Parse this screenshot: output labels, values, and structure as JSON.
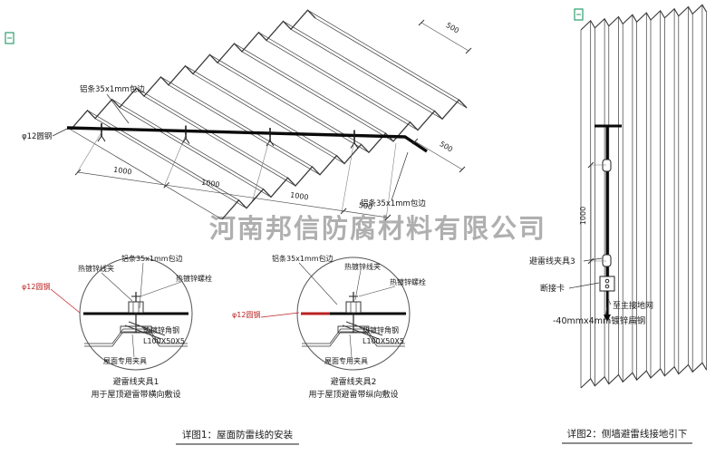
{
  "watermark": "河南邦信防腐材料有限公司",
  "colors": {
    "line": "#3a3a3a",
    "wire_black": "#0a0a0a",
    "accent_red": "#bb2222",
    "watermark_gray": "#999999",
    "stamp_green": "#2f9e6e"
  },
  "roof": {
    "label_strip_top": "铝条35x1mm包边",
    "label_strip_right": "铝条35x1mm包边",
    "label_round_steel": "φ12圆钢",
    "dim_1000_1": "1000",
    "dim_1000_2": "1000",
    "dim_1000_3": "1000",
    "dim_500_bottom": "500",
    "dim_500_top": "500",
    "dim_500_right": "500"
  },
  "clamp1": {
    "title": "避雷线夹具1",
    "subtitle": "用于屋顶避雷带横向敷设",
    "label_wire_clip": "热镀锌线夹",
    "label_strip": "铝条35x1mm包边",
    "label_bolt": "热镀锌螺栓",
    "label_round_steel": "φ12圆钢",
    "label_angle_steel": "热镀锌角钢",
    "label_angle_spec": "L100X50X5",
    "label_roof_fixture": "屋面专用夹具"
  },
  "clamp2": {
    "title": "避雷线夹具2",
    "subtitle": "用于屋顶避雷带纵向敷设",
    "label_strip": "铝条35x1mm包边",
    "label_wire_clip": "热镀锌线夹",
    "label_bolt": "热镀锌螺栓",
    "label_round_steel": "φ12圆钢",
    "label_angle_steel": "热镀锌角钢",
    "label_angle_spec": "L100X50X5",
    "label_roof_fixture": "屋面专用夹具"
  },
  "wall": {
    "label_clamp": "避雷线夹具3",
    "label_disconnect": "断接卡",
    "label_to_ground": "至主接地网",
    "label_flat_steel": "-40mmx4mm镀锌扁钢",
    "dim_1000": "1000"
  },
  "captions": {
    "detail1": "详图1：屋面防雷线的安装",
    "detail2": "详图2：侧墙避雷线接地引下"
  }
}
